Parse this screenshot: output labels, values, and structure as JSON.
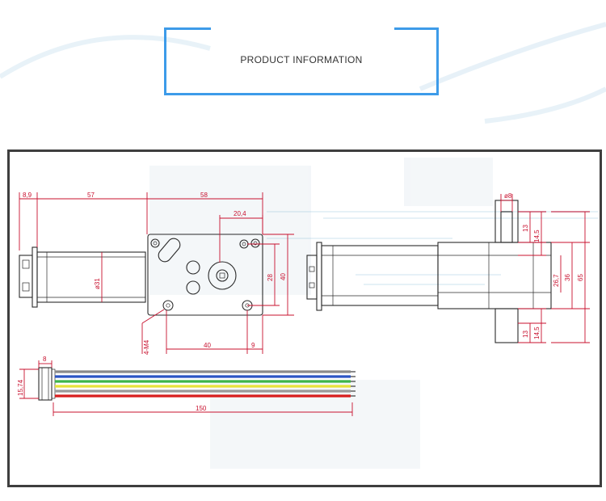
{
  "header": {
    "title": "PRODUCT INFORMATION"
  },
  "colors": {
    "accent": "#3d9be9",
    "dimension": "#c8102e",
    "frame": "#3e3e3e"
  },
  "dimensions": {
    "d_8_9": "8,9",
    "d_57": "57",
    "d_58": "58",
    "d_20_4": "20,4",
    "d_phi31": "ø31",
    "d_28": "28",
    "d_40v": "40",
    "d_40h": "40",
    "d_9": "9",
    "d_4m4": "4-M4",
    "d_8w": "8",
    "d_15_74": "15,74",
    "d_150": "150",
    "d_phi8": "ø8",
    "d_13a": "13",
    "d_14_5a": "14,5",
    "d_26_7": "26,7",
    "d_36": "36",
    "d_65": "65",
    "d_13b": "13",
    "d_14_5b": "14,5"
  },
  "wires": [
    "#8a8a8a",
    "#2b55c4",
    "#3cb54a",
    "#e6e23a",
    "#9a9a9a",
    "#d81e1e"
  ]
}
